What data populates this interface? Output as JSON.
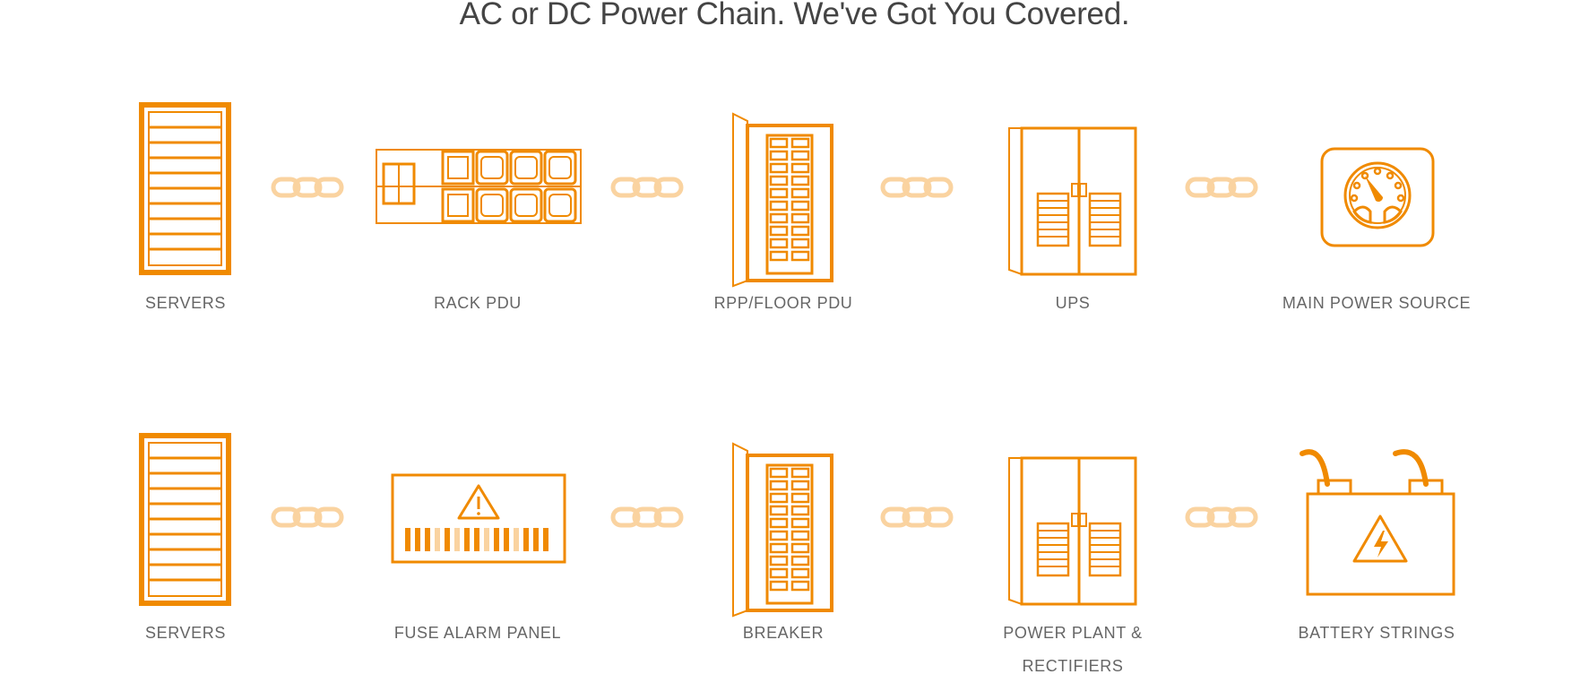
{
  "title": "AC or DC Power Chain. We've Got You Covered.",
  "colors": {
    "accent": "#F08A00",
    "chain": "#FAD3A0",
    "label": "#666666",
    "title": "#444444"
  },
  "ac_chain": [
    {
      "label": "SERVERS",
      "icon": "server-rack-icon"
    },
    {
      "label": "RACK PDU",
      "icon": "rack-pdu-icon"
    },
    {
      "label": "RPP/FLOOR PDU",
      "icon": "floor-pdu-cabinet-icon"
    },
    {
      "label": "UPS",
      "icon": "ups-cabinet-icon"
    },
    {
      "label": "MAIN POWER SOURCE",
      "icon": "power-meter-icon"
    }
  ],
  "dc_chain": [
    {
      "label": "SERVERS",
      "icon": "server-rack-icon"
    },
    {
      "label": "FUSE ALARM PANEL",
      "icon": "fuse-alarm-panel-icon"
    },
    {
      "label": "BREAKER",
      "icon": "breaker-cabinet-icon"
    },
    {
      "label": "POWER PLANT &",
      "label2": "RECTIFIERS",
      "icon": "power-plant-cabinet-icon"
    },
    {
      "label": "BATTERY STRINGS",
      "icon": "battery-icon"
    }
  ]
}
